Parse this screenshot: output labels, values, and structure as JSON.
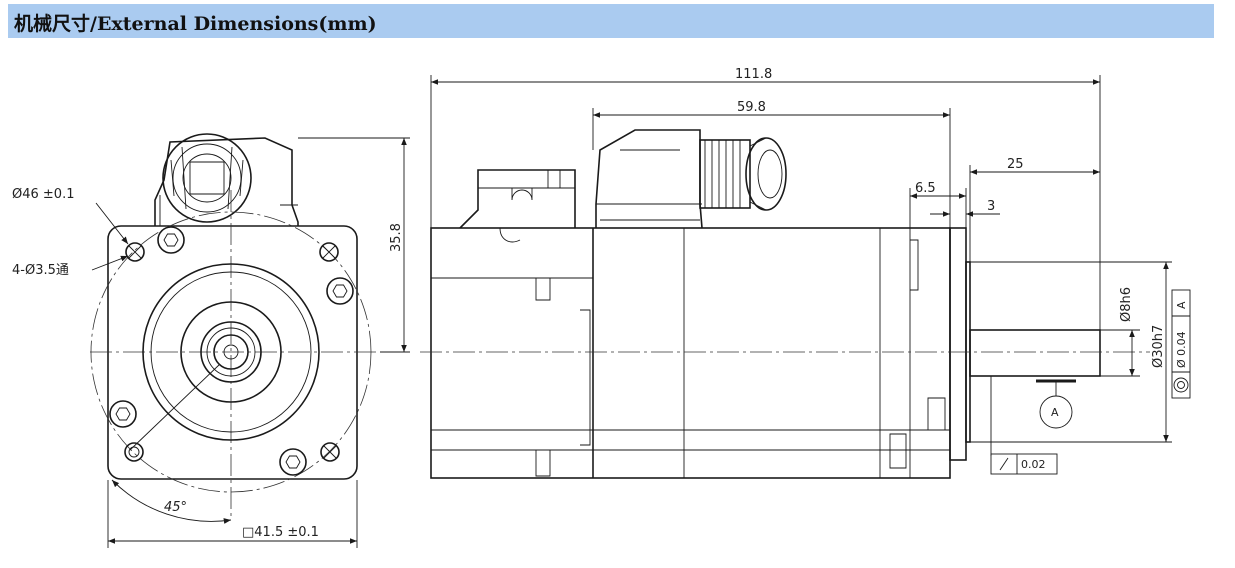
{
  "header": {
    "title": "机械尺寸/External Dimensions(mm)",
    "bg_color": "#aacbf0"
  },
  "front_view": {
    "pcd_label": "Ø46 ±0.1",
    "holes_label": "4-Ø3.5通",
    "height_label": "35.8",
    "angle_label": "45°",
    "square_label": "□41.5 ±0.1"
  },
  "side_view": {
    "total_length": "111.8",
    "connector_length": "59.8",
    "shaft_length": "25",
    "flange_offset": "6.5",
    "flange_thickness": "3",
    "shaft_dia": "Ø8h6",
    "spigot_dia": "Ø30h7",
    "concentricity_value": "Ø 0.04",
    "concentricity_datum": "A",
    "datum_label": "A",
    "runout_value": "0.02"
  }
}
